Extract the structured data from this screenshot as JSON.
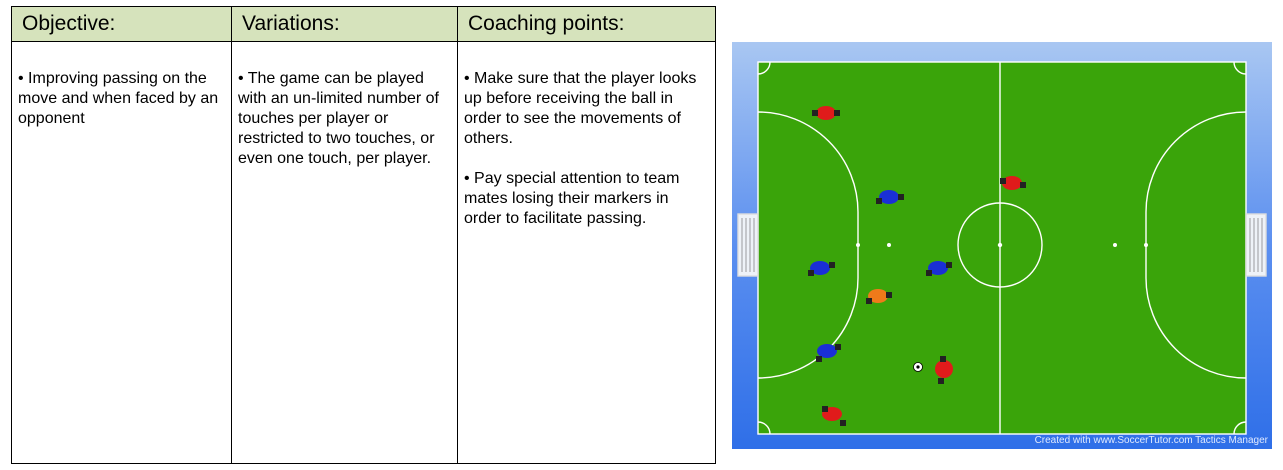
{
  "headers": {
    "objective": "Objective:",
    "variations": "Variations:",
    "coaching": "Coaching points:"
  },
  "objective": {
    "text": "• Improving passing on the move and when faced by an opponent"
  },
  "variations": {
    "text": "• The game can be played with an un-limited number of touches per player or restricted to two touches, or even one touch, per player."
  },
  "coaching": {
    "point1": "• Make sure that the player looks up before receiving the ball in order to see the movements of others.",
    "point2": "• Pay special attention to team mates losing their markers in order to facilitate passing."
  },
  "diagram": {
    "credit": "Created with www.SoccerTutor.com Tactics Manager",
    "colors": {
      "pitch": "#3aa40a",
      "frame_top": "#8fb8f0",
      "frame_bottom": "#2f6fe8",
      "red_team": "#e01b1b",
      "blue_team": "#1a2fd6",
      "neutral": "#f07a1a"
    }
  }
}
